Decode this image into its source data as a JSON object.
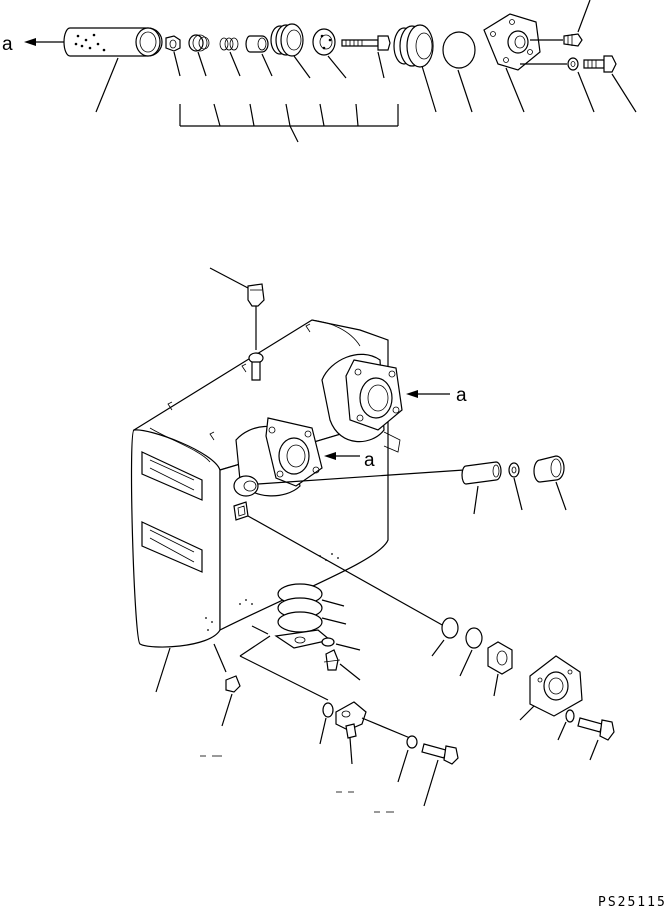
{
  "labels": {
    "filter_ref": "a",
    "upper_port_ref": "a",
    "lower_port_ref": "a"
  },
  "drawing_code": "PS25115"
}
